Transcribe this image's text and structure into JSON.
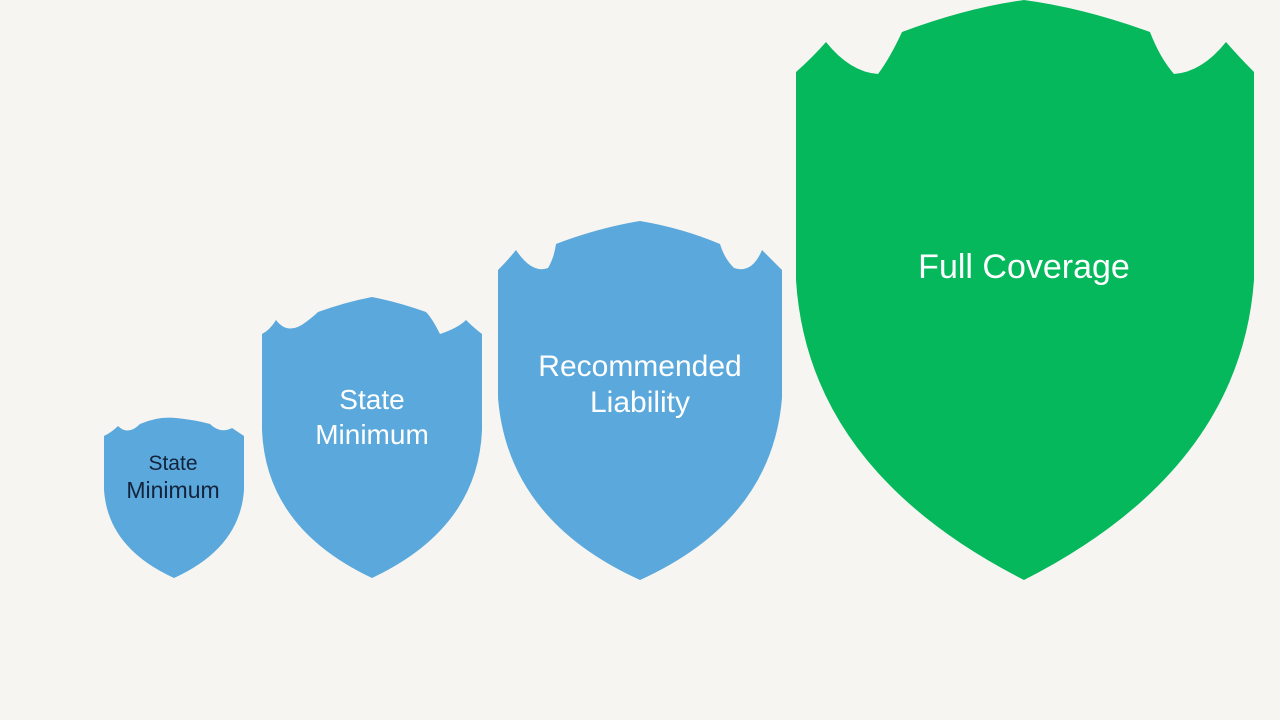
{
  "colors": {
    "background": "#f7f5f1",
    "blue_shield": "#5aa8dc",
    "green_shield": "#05b85c",
    "label_light": "#ffffff",
    "label_dark": "#14233a"
  },
  "shields": [
    {
      "id": "state-minimum-small",
      "label_lines": [
        "State",
        "Minimum"
      ],
      "color": "#5aa8dc",
      "label_color": "#14233a"
    },
    {
      "id": "state-minimum",
      "label_lines": [
        "State",
        "Minimum"
      ],
      "color": "#5aa8dc",
      "label_color": "#ffffff"
    },
    {
      "id": "recommended-liability",
      "label_lines": [
        "Recommended",
        "Liability"
      ],
      "color": "#5aa8dc",
      "label_color": "#ffffff"
    },
    {
      "id": "full-coverage",
      "label_lines": [
        "Full Coverage"
      ],
      "color": "#05b85c",
      "label_color": "#ffffff"
    }
  ]
}
